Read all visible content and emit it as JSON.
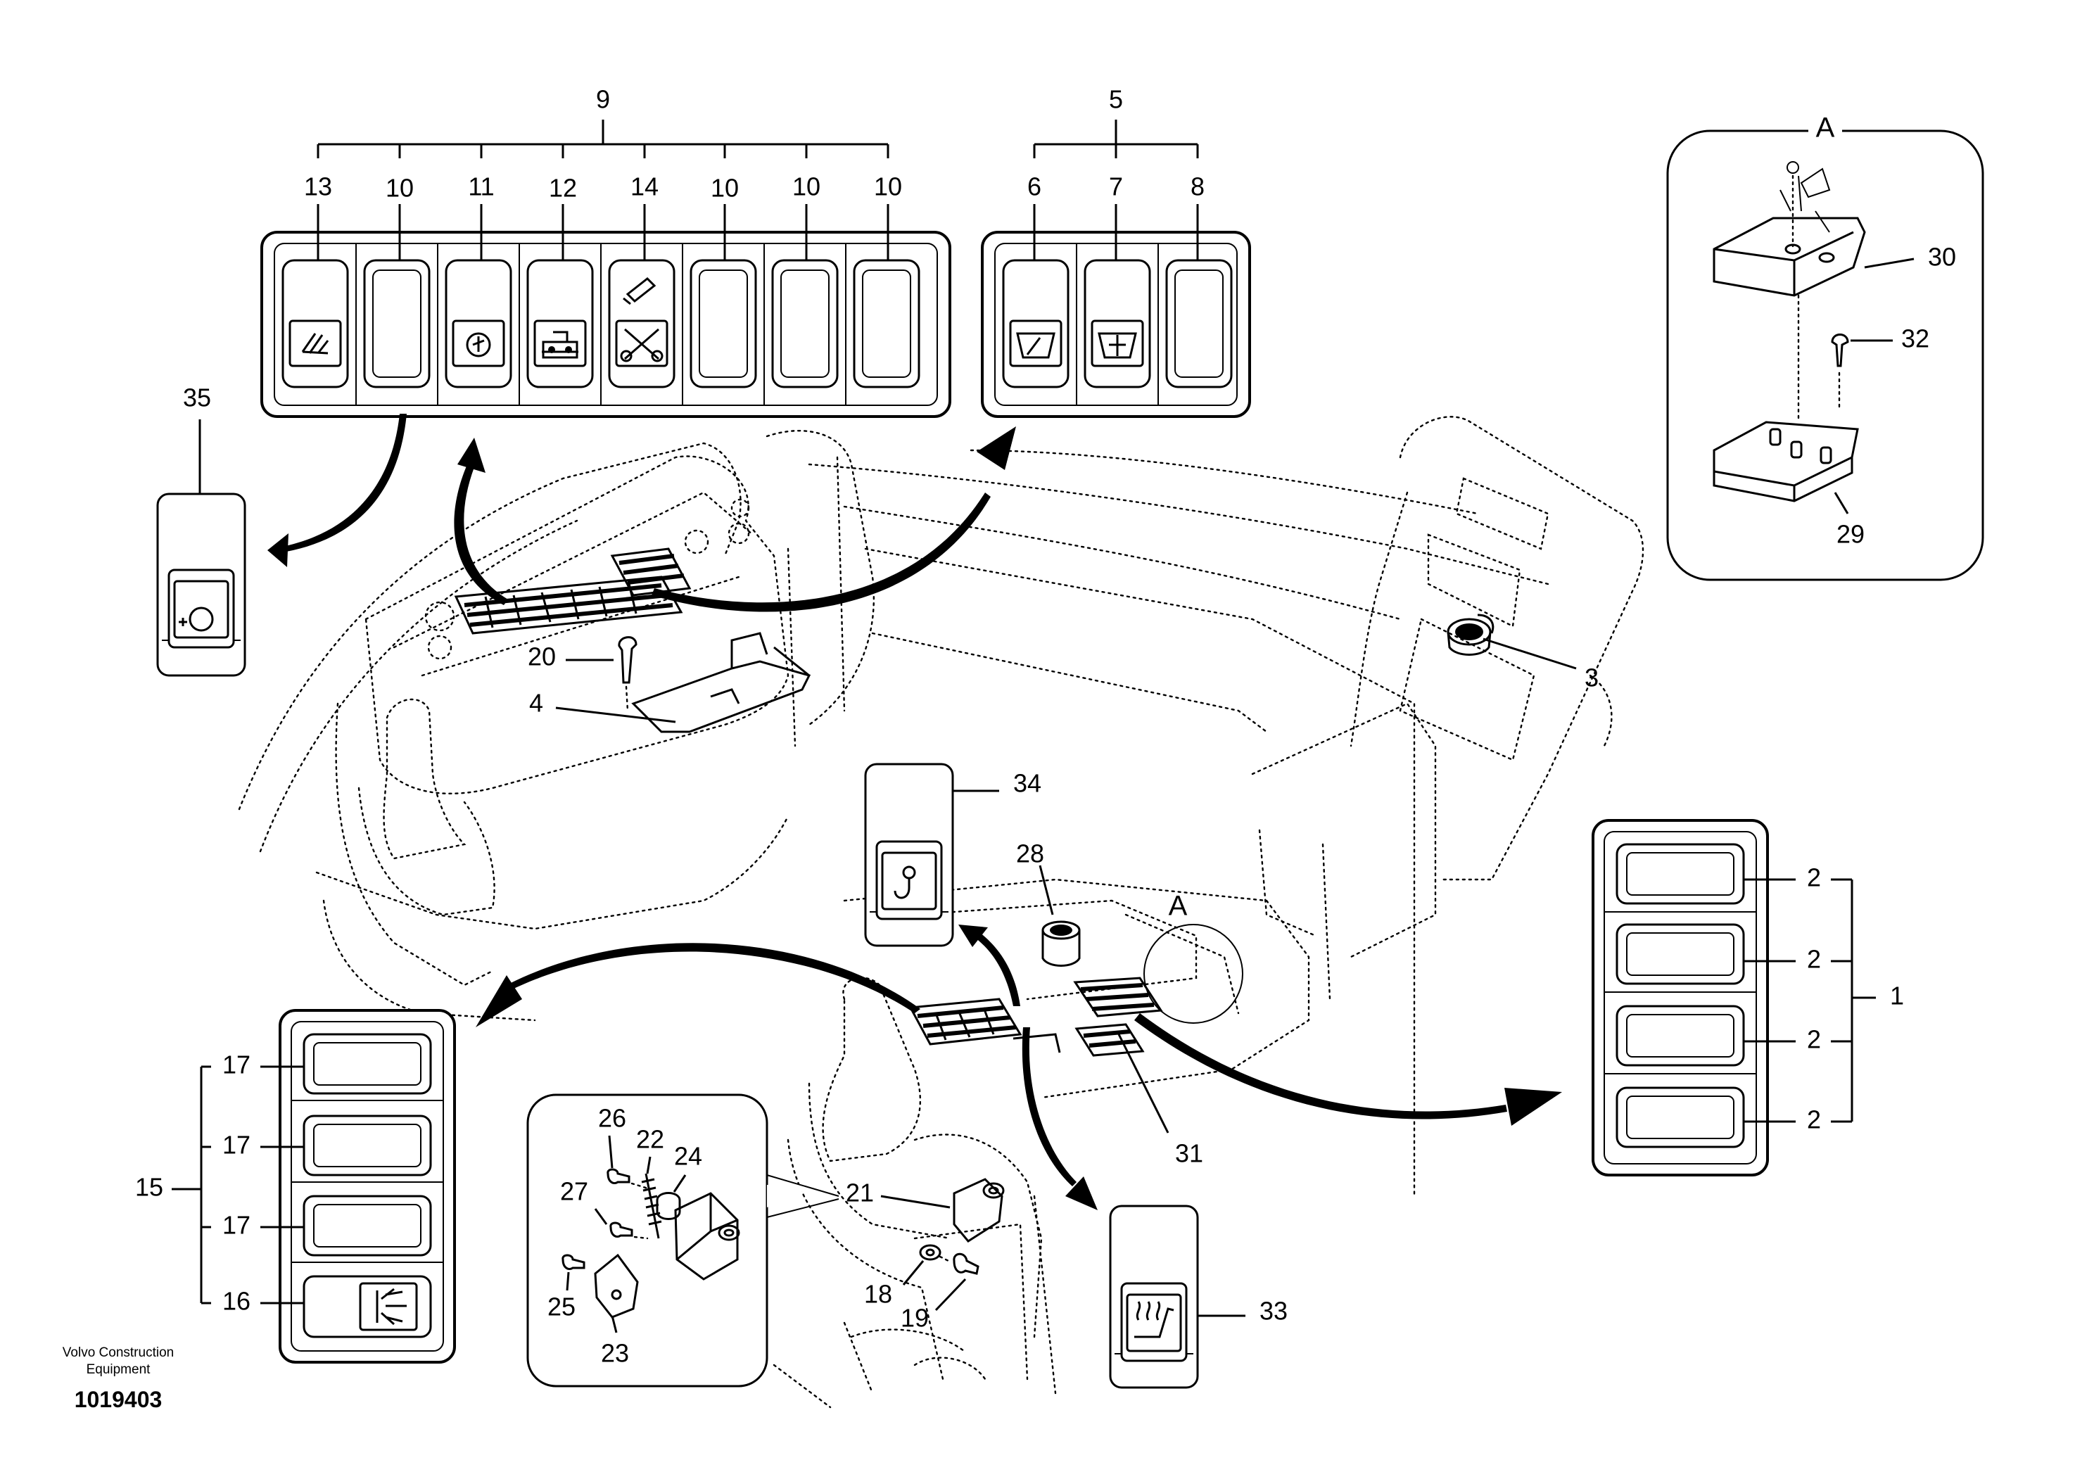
{
  "labels": {
    "l1": "1",
    "l2a": "2",
    "l2b": "2",
    "l2c": "2",
    "l2d": "2",
    "l3": "3",
    "l4": "4",
    "l5": "5",
    "l6": "6",
    "l7": "7",
    "l8": "8",
    "l9": "9",
    "l10a": "10",
    "l10b": "10",
    "l10c": "10",
    "l10d": "10",
    "l11": "11",
    "l12": "12",
    "l13": "13",
    "l14": "14",
    "l15": "15",
    "l16": "16",
    "l17a": "17",
    "l17b": "17",
    "l17c": "17",
    "l18": "18",
    "l19": "19",
    "l20": "20",
    "l21": "21",
    "l22": "22",
    "l23": "23",
    "l24": "24",
    "l25": "25",
    "l26": "26",
    "l27": "27",
    "l28": "28",
    "l29": "29",
    "l30": "30",
    "l31": "31",
    "l32": "32",
    "l33": "33",
    "l34": "34",
    "l35": "35",
    "detailA": "A",
    "detailA2": "A"
  },
  "footer": {
    "company_line1": "Volvo Construction",
    "company_line2": "Equipment",
    "drawing_number": "1019403"
  },
  "icons": [
    "work-light-icon",
    "engine-icon",
    "machine-icon",
    "hammer-icon",
    "shears-icon",
    "wiper-icon",
    "washer-icon",
    "boom-light-icon",
    "hook-icon",
    "heated-seat-icon",
    "engine-preheat-icon",
    "power-socket-icon",
    "relay-icon"
  ]
}
